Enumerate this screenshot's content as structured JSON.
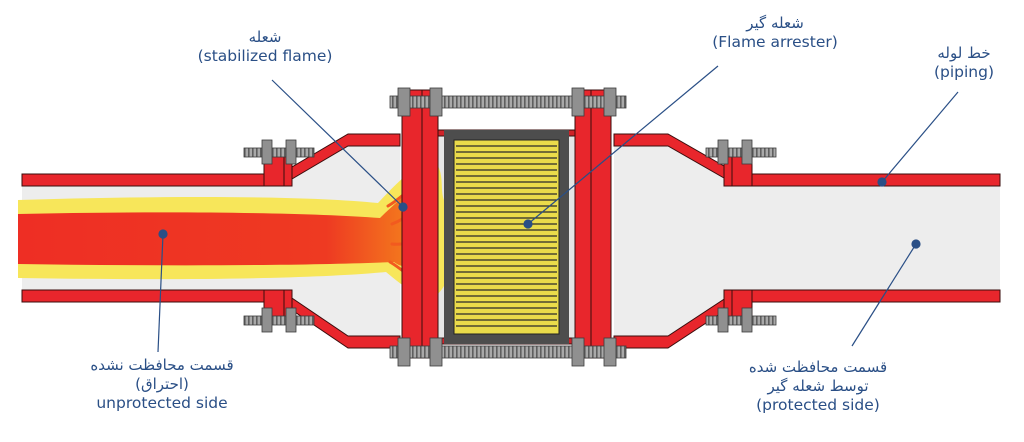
{
  "labels": {
    "flame": {
      "fa": "شعله",
      "en": "(stabilized flame)"
    },
    "arrester": {
      "fa": "شعله گیر",
      "en": "(Flame arrester)"
    },
    "piping": {
      "fa": "خط لوله",
      "en": "(piping)"
    },
    "unprotected": {
      "fa1": "قسمت محافظت نشده",
      "fa2": "(احتراق)",
      "en": "unprotected side"
    },
    "protected": {
      "fa1": "قسمت محافظت شده",
      "fa2": "توسط شعله گیر",
      "en": "(protected side)"
    }
  },
  "colors": {
    "pipe_wall": "#e8262c",
    "pipe_bore": "#ededed",
    "flame_outer": "#f7e65a",
    "flame_inner": "#ee2e24",
    "element": "#eadb4a",
    "bolt": "#8f8f8f",
    "leader": "#2a4f86"
  }
}
